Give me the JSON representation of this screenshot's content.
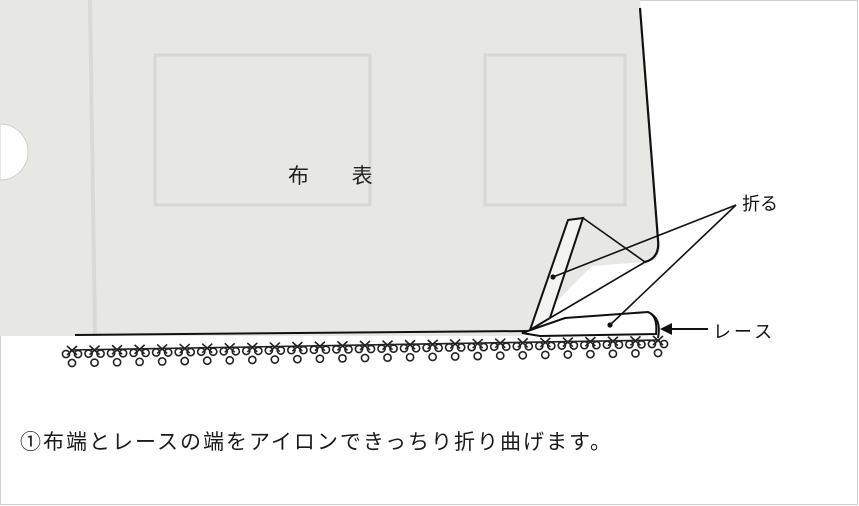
{
  "diagram": {
    "fabric_label": "布 表",
    "fold_label": "折る",
    "lace_label": "レース",
    "caption": "①布端とレースの端をアイロンできっちり折り曲げます。"
  },
  "colors": {
    "fabric_fill": "#e7e8e3",
    "ink": "#111111",
    "page": "#ffffff"
  }
}
